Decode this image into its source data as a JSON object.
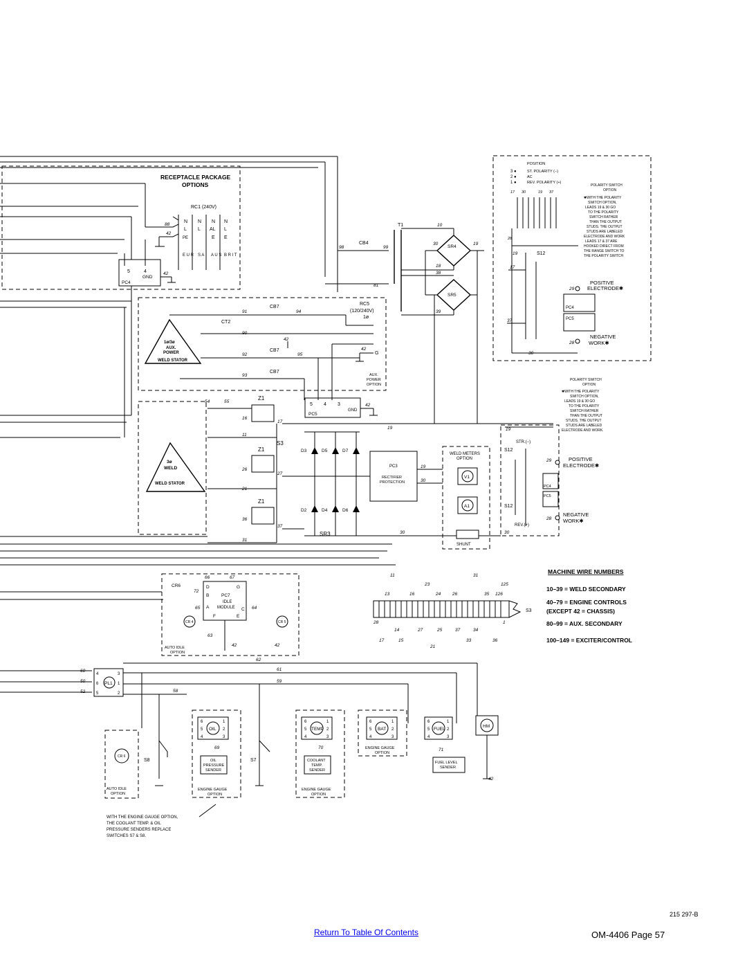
{
  "footer": {
    "toc_link": "Return To Table Of Contents",
    "page_label": "OM-4406 Page 57",
    "drawing_number": "215 297-B"
  },
  "receptacle": {
    "title": "RECEPTACLE PACKAGE",
    "subtitle": "OPTIONS",
    "rc1": "RC1 (240V)",
    "pc4": "PC4",
    "gnd": "GND",
    "cols": [
      "E U R",
      "S A",
      "A U S",
      "B R I T"
    ],
    "row_n": "N",
    "row_l": "L",
    "row_al": "AL",
    "row_pe": "PE",
    "row_e": "E"
  },
  "aux_power": {
    "rc5": "RC5",
    "rc5_volts": "(120/240V)",
    "rc5_phase": "1ø",
    "ct2": "CT2",
    "cb7": "CB7",
    "stator_phase": "1ø/3ø",
    "stator_aux": "AUX.",
    "stator_power": "POWER",
    "stator_label": "WELD STATOR",
    "aux_note_1": "AUX.",
    "aux_note_2": "POWER",
    "aux_note_3": "OPTION",
    "pc5": "PC5",
    "gnd": "GND",
    "g": "G"
  },
  "weld": {
    "t1": "T1",
    "cb4": "CB4",
    "sr4": "SR4",
    "sr5": "SR5",
    "sr3": "SR3",
    "z1": "Z1",
    "s3": "S3",
    "stator_phase": "3ø",
    "stator_weld": "WELD",
    "stator_label": "WELD STATOR",
    "pc3": "PC3",
    "pc3_l1": "RECTIFIER",
    "pc3_l2": "PROTECTION",
    "diodes_top": [
      "D3",
      "D5",
      "D7"
    ],
    "diodes_bot": [
      "D2",
      "D4",
      "D6"
    ]
  },
  "polarity_top": {
    "position": "POSITION",
    "st_polarity": "ST. POLARITY (−)",
    "ac": "AC",
    "rev_polarity": "REV. POLARITY (+)",
    "option_title": "POLARITY SWITCH",
    "option_sub": "OPTION",
    "note": [
      "✱WITH THE POLARITY",
      "SWITCH OPTION,",
      "LEADS 19 & 30 GO",
      "TO THE POLARITY",
      "SWITCH RATHER",
      "THAN THE OUTPUT",
      "STUDS. THE OUTPUT",
      "STUDS ARE LABELED",
      "ELECTRODE AND WORK",
      "LEADS 17 & 37 ARE",
      "HOOKED DIRECT FROM",
      "THE RANGE SWITCH TO",
      "THE POLARITY SWITCH"
    ],
    "s12": "S12",
    "positive": "POSITIVE",
    "electrode": "ELECTRODE✱",
    "negative": "NEGATIVE",
    "work": "WORK✱",
    "pc4": "PC4",
    "pc5": "PC5"
  },
  "polarity_mid": {
    "option_title": "POLARITY SWITCH",
    "option_sub": "OPTION",
    "note": [
      "✱WITH THE POLARITY",
      "SWITCH OPTION,",
      "LEADS 19 & 30 GO",
      "TO THE POLARITY",
      "SWITCH RATHER",
      "THAN THE OUTPUT",
      "STUDS. THE OUTPUT",
      "STUDS ARE LABELED",
      "ELECTRODE AND WORK."
    ],
    "str": "STR.(−)",
    "rev": "REV.(+)",
    "s12": "S12",
    "positive": "POSITIVE",
    "electrode": "ELECTRODE✱",
    "negative": "NEGATIVE",
    "work": "WORK✱",
    "pc4": "PC4",
    "pc5": "PC5"
  },
  "meters": {
    "title": "WELD METERS",
    "sub": "OPTION",
    "v1": "V1",
    "a1": "A1",
    "shunt": "SHUNT"
  },
  "wire_numbers": {
    "title": "MACHINE WIRE NUMBERS",
    "rows": [
      "10–39 = WELD SECONDARY",
      "40–79 = ENGINE CONTROLS",
      "(EXCEPT 42 = CHASSIS)",
      "80–99 = AUX. SECONDARY",
      "100–149 = EXCITER/CONTROL"
    ],
    "s3": "S3"
  },
  "idle": {
    "cr6": "CR6",
    "pc7": "PC7",
    "idle": "IDLE",
    "module": "MODULE",
    "cr4": "CR 4",
    "cr5": "CR 5",
    "title": "AUTO IDLE",
    "sub": "OPTION"
  },
  "engine": {
    "pl1": "PL1",
    "oil": "OIL",
    "temp": "TEMP",
    "bat": "BAT",
    "fuel": "FUEL",
    "hm": "HM",
    "s8": "S8",
    "s7": "S7",
    "oil_sender": [
      "OIL",
      "PRESSURE",
      "SENDER"
    ],
    "coolant_sender": [
      "COOLANT",
      "TEMP.",
      "SENDER"
    ],
    "fuel_sender": [
      "FUEL LEVEL",
      "SENDER"
    ],
    "engine_gauge": "ENGINE GAUGE",
    "option": "OPTION",
    "cr6": "CR 6",
    "auto_idle": "AUTO IDLE",
    "note": [
      "WITH THE ENGINE GAUGE OPTION,",
      "THE COOLANT TEMP. & OIL",
      "PRESSURE SENDERS REPLACE",
      "SWITCHES S7 & S8."
    ]
  }
}
